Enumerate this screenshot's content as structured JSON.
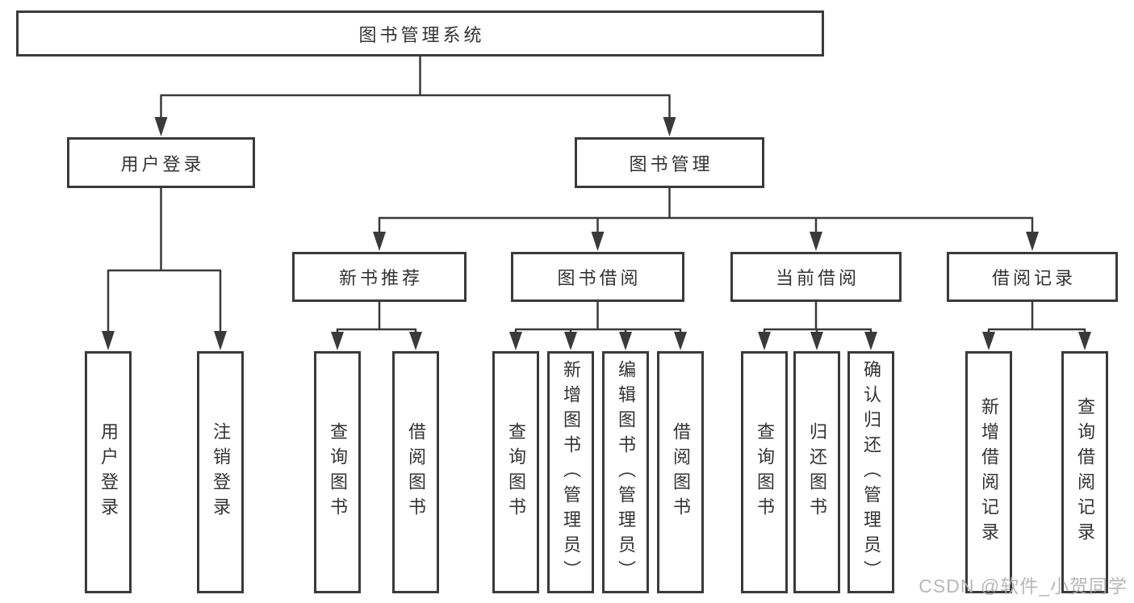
{
  "colors": {
    "line": "#3a3a3a",
    "text": "#333333",
    "box_bg": "#ffffff",
    "watermark": "#b0b0b0"
  },
  "watermark": "CSDN @软件_小贺同学",
  "nodes": {
    "root": {
      "label": "图书管理系统"
    },
    "user_login": {
      "label": "用户登录"
    },
    "book_mgmt": {
      "label": "图书管理"
    },
    "new_rec": {
      "label": "新书推荐"
    },
    "book_borrow": {
      "label": "图书借阅"
    },
    "current_borrow": {
      "label": "当前借阅"
    },
    "borrow_records": {
      "label": "借阅记录"
    },
    "leaves": [
      {
        "label": "用户登录"
      },
      {
        "label": "注销登录"
      },
      {
        "label": "查询图书"
      },
      {
        "label": "借阅图书"
      },
      {
        "label": "查询图书"
      },
      {
        "label": "新增图书（管理员）"
      },
      {
        "label": "编辑图书（管理员）"
      },
      {
        "label": "借阅图书"
      },
      {
        "label": "查询图书"
      },
      {
        "label": "归还图书"
      },
      {
        "label": "确认归还（管理员）"
      },
      {
        "label": "新增借阅记录"
      },
      {
        "label": "查询借阅记录"
      }
    ]
  }
}
